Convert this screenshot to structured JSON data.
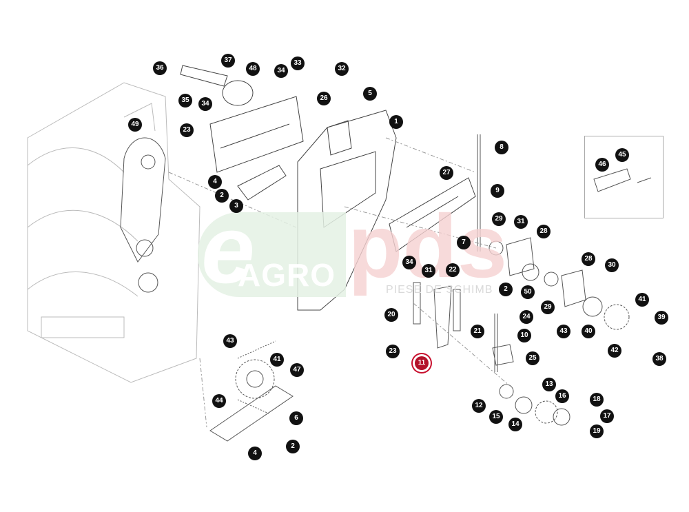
{
  "watermark": {
    "brand_left": "e",
    "brand_agro": "AGRO",
    "brand_right": "pds",
    "tagline": "PIESE DE SCHIMB"
  },
  "highlight_color": "#c8102e",
  "callouts": [
    "36",
    "37",
    "48",
    "34",
    "33",
    "32",
    "35",
    "34",
    "26",
    "5",
    "1",
    "49",
    "23",
    "8",
    "27",
    "9",
    "4",
    "2",
    "3",
    "29",
    "31",
    "28",
    "7",
    "34",
    "31",
    "22",
    "28",
    "30",
    "50",
    "2",
    "29",
    "20",
    "41",
    "24",
    "43",
    "40",
    "21",
    "10",
    "39",
    "23",
    "42",
    "38",
    "25",
    "11",
    "43",
    "41",
    "47",
    "44",
    "13",
    "16",
    "18",
    "12",
    "15",
    "17",
    "6",
    "14",
    "19",
    "2",
    "4",
    "46",
    "45"
  ],
  "highlighted_callout": "11"
}
